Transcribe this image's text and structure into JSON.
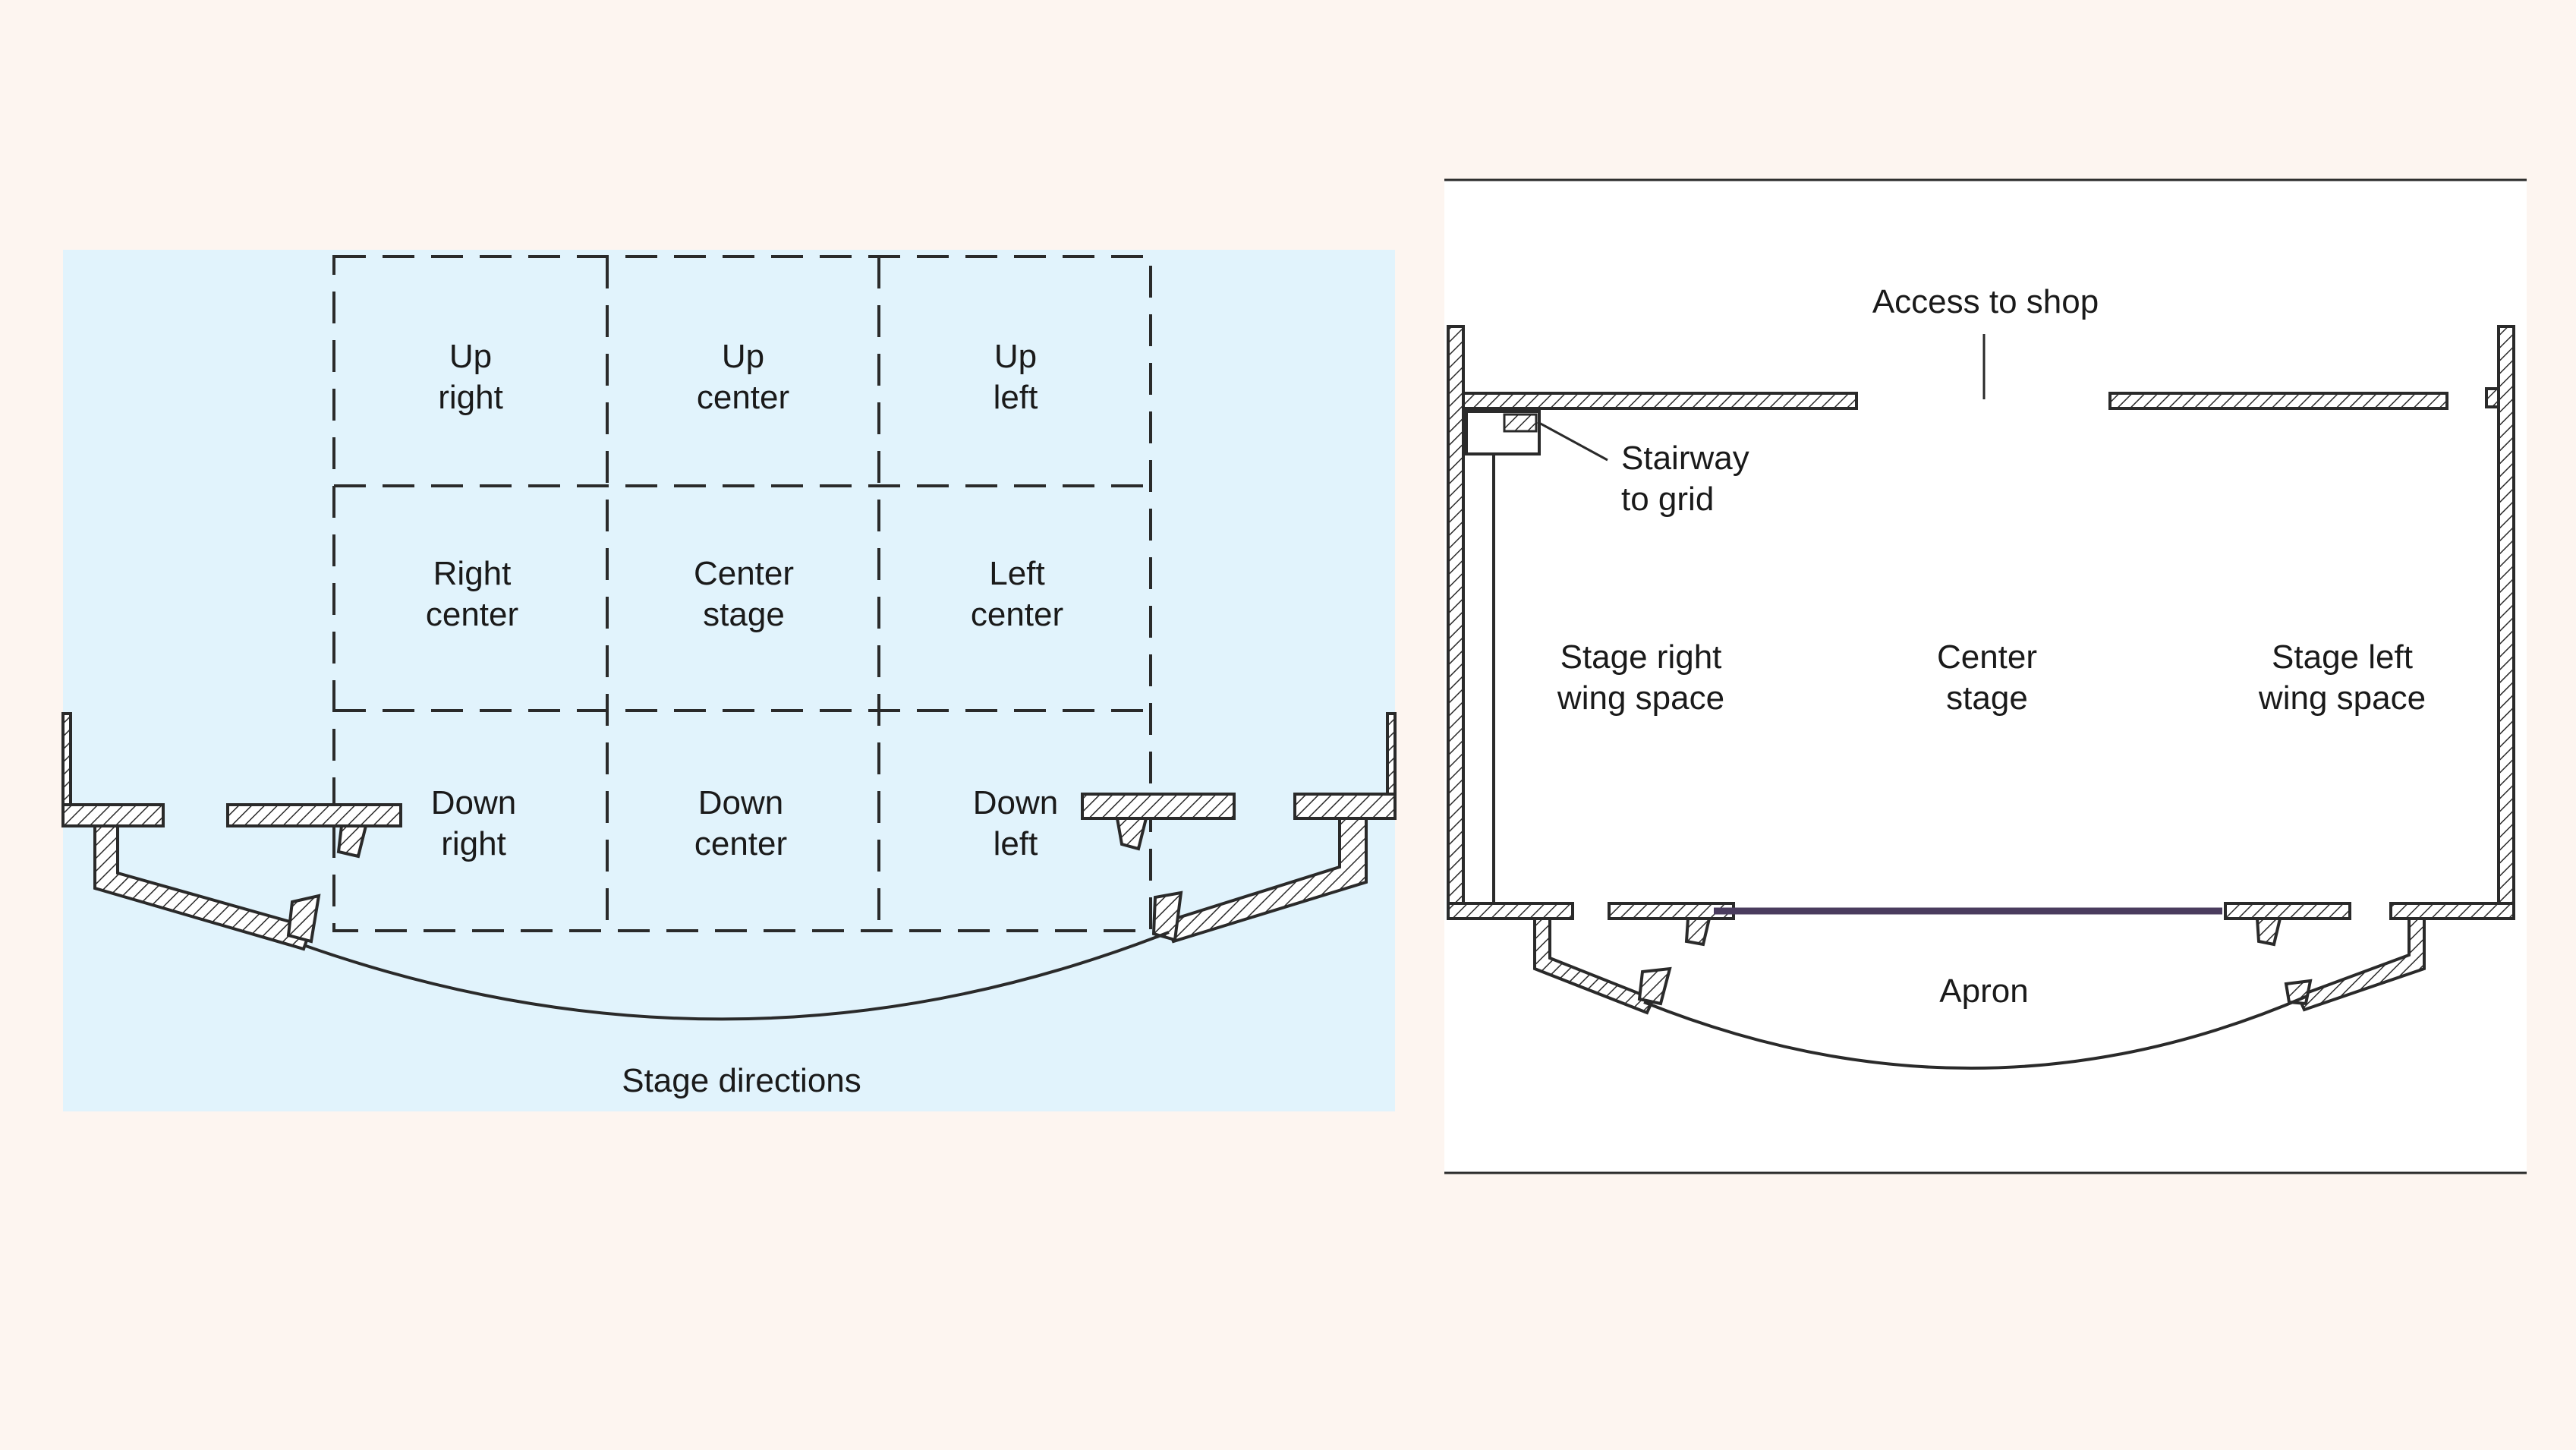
{
  "colors": {
    "background": "#fdf5f0",
    "left_panel": "#e1f3fc",
    "right_panel": "#ffffff",
    "ink": "#2a2a2a",
    "proscenium_line": "#4a3c5e"
  },
  "left_diagram": {
    "grid": [
      {
        "line1": "Up",
        "line2": "right"
      },
      {
        "line1": "Up",
        "line2": "center"
      },
      {
        "line1": "Up",
        "line2": "left"
      },
      {
        "line1": "Right",
        "line2": "center"
      },
      {
        "line1": "Center",
        "line2": "stage"
      },
      {
        "line1": "Left",
        "line2": "center"
      },
      {
        "line1": "Down",
        "line2": "right"
      },
      {
        "line1": "Down",
        "line2": "center"
      },
      {
        "line1": "Down",
        "line2": "left"
      }
    ],
    "caption": "Stage directions"
  },
  "right_diagram": {
    "access": "Access to shop",
    "stairway": {
      "line1": "Stairway",
      "line2": "to grid"
    },
    "stage_right": {
      "line1": "Stage right",
      "line2": "wing space"
    },
    "center": {
      "line1": "Center",
      "line2": "stage"
    },
    "stage_left": {
      "line1": "Stage left",
      "line2": "wing space"
    },
    "apron": "Apron"
  }
}
